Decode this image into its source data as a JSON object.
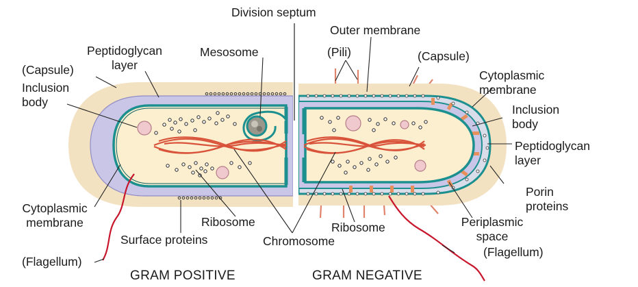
{
  "labels": {
    "division_septum": "Division septum",
    "outer_membrane": "Outer membrane",
    "peptidoglycan_left": [
      "Peptidoglycan",
      "layer"
    ],
    "mesosome": "Mesosome",
    "pili": "(Pili)",
    "capsule_right": "(Capsule)",
    "capsule_left": "(Capsule)",
    "inclusion_left": [
      "Inclusion",
      "body"
    ],
    "cytoplasmic_right": [
      "Cytoplasmic",
      "membrane"
    ],
    "inclusion_right": [
      "Inclusion",
      "body"
    ],
    "peptidoglycan_right": [
      "Peptidoglycan",
      "layer"
    ],
    "porin": [
      "Porin",
      "proteins"
    ],
    "cytoplasmic_left": [
      "Cytoplasmic",
      "membrane"
    ],
    "ribosome_left": "Ribosome",
    "ribosome_right": "Ribosome",
    "periplasmic": [
      "Periplasmic",
      "space"
    ],
    "surface_proteins": "Surface proteins",
    "chromosome": "Chromosome",
    "flagellum_right": "(Flagellum)",
    "flagellum_left": "(Flagellum)"
  },
  "titles": {
    "gram_positive": "GRAM POSITIVE",
    "gram_negative": "GRAM NEGATIVE"
  },
  "colors": {
    "capsule": "#f3e2c2",
    "peptidoglycan": "#c9c6e8",
    "membrane": "#1c8f8f",
    "cytoplasm": "#fbefcf",
    "chromosome": "#d9523a",
    "inclusion": "#f0c9cf",
    "pili": "#e0836b",
    "porin": "#e8905c",
    "flagellum": "#c8162c"
  }
}
